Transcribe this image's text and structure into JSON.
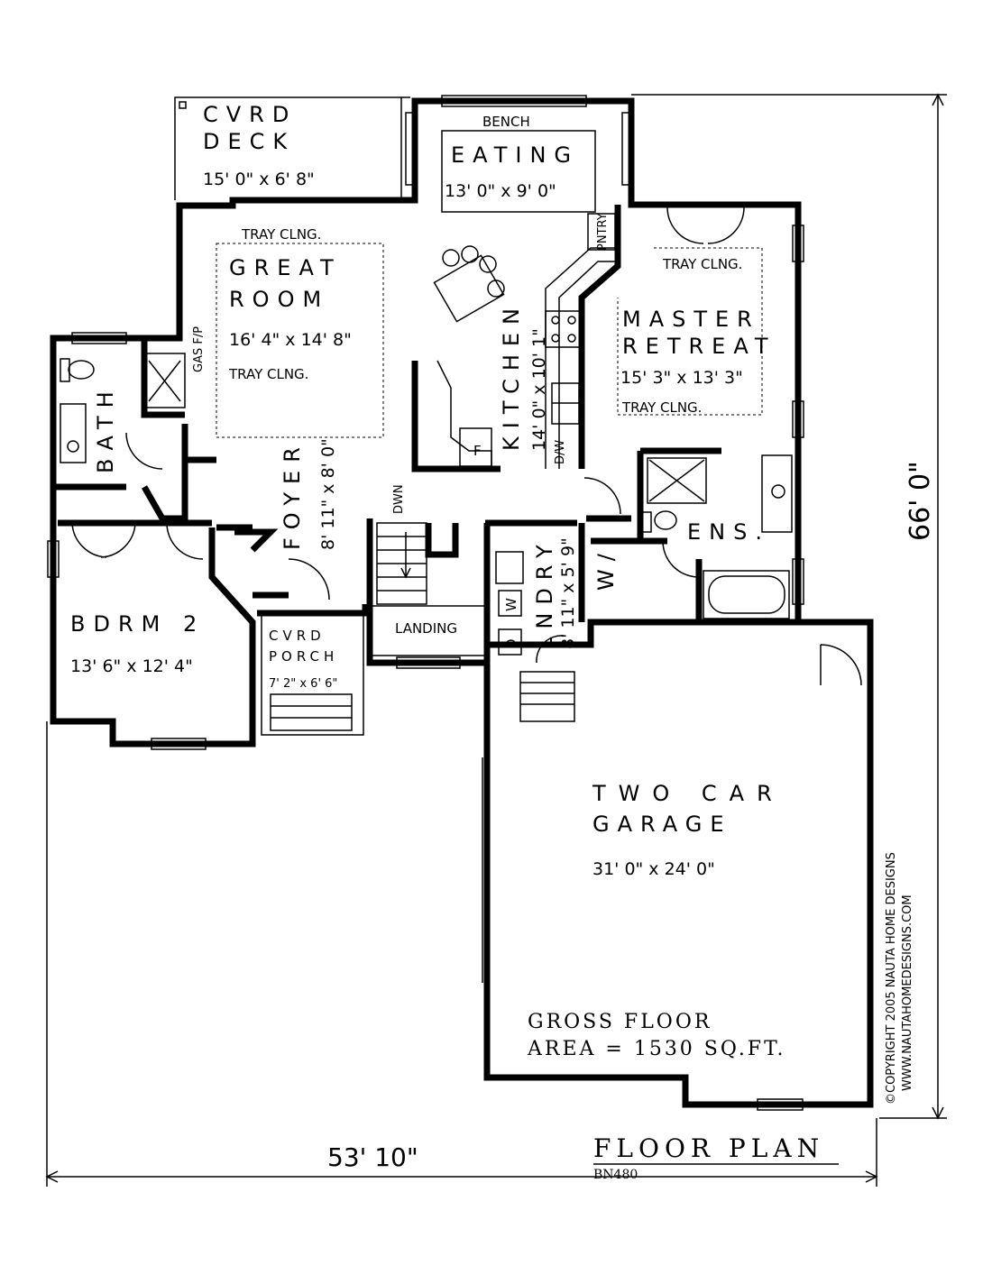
{
  "rooms": {
    "cvrd_deck": {
      "line1": "CVRD",
      "line2": "DECK",
      "dims": "15' 0\" x 6' 8\""
    },
    "eating": {
      "label": "EATING",
      "dims": "13' 0\" x 9' 0\"",
      "bench": "BENCH"
    },
    "great_room": {
      "line1": "GREAT",
      "line2": "ROOM",
      "dims": "16' 4\" x 14' 8\"",
      "tray_top": "TRAY CLNG.",
      "tray_bottom": "TRAY CLNG.",
      "fireplace": "GAS F/P"
    },
    "master_retreat": {
      "line1": "MASTER",
      "line2": "RETREAT",
      "dims": "15' 3\" x 13' 3\"",
      "tray_top": "TRAY CLNG.",
      "tray_bottom": "TRAY CLNG."
    },
    "kitchen": {
      "label": "KITCHEN",
      "dims": "14' 0\" x 10' 1\"",
      "pantry": "PNTRY",
      "dishwasher": "D/W",
      "fridge": "F"
    },
    "bath": {
      "label": "BATH"
    },
    "foyer": {
      "label": "FOYER",
      "dims": "8' 11\" x 8' 0\"",
      "down": "DWN"
    },
    "ensuite": {
      "label": "ENS."
    },
    "walk_in": {
      "label": "W/I"
    },
    "laundry": {
      "label": "LNDRY",
      "dims": "8' 11\" x 5' 9\"",
      "washer": "W",
      "dryer": "D"
    },
    "bedroom_2": {
      "label": "BDRM 2",
      "dims": "13' 6\" x 12' 4\""
    },
    "cvrd_porch": {
      "line1": "CVRD",
      "line2": "PORCH",
      "dims": "7' 2\" x 6' 6\""
    },
    "landing": {
      "label": "LANDING"
    },
    "garage": {
      "line1": "TWO CAR",
      "line2": "GARAGE",
      "dims": "31' 0\" x 24' 0\""
    }
  },
  "gross_area": {
    "line1": "GROSS FLOOR",
    "line2": "AREA = 1530 SQ.FT."
  },
  "dimensions": {
    "width": "53' 10\"",
    "depth": "66' 0\""
  },
  "title": {
    "main": "FLOOR PLAN",
    "code": "BN480"
  },
  "copyright": {
    "line1": "©COPYRIGHT 2005 NAUTA HOME DESIGNS",
    "line2": "WWW.NAUTAHOMEDESIGNS.COM"
  }
}
